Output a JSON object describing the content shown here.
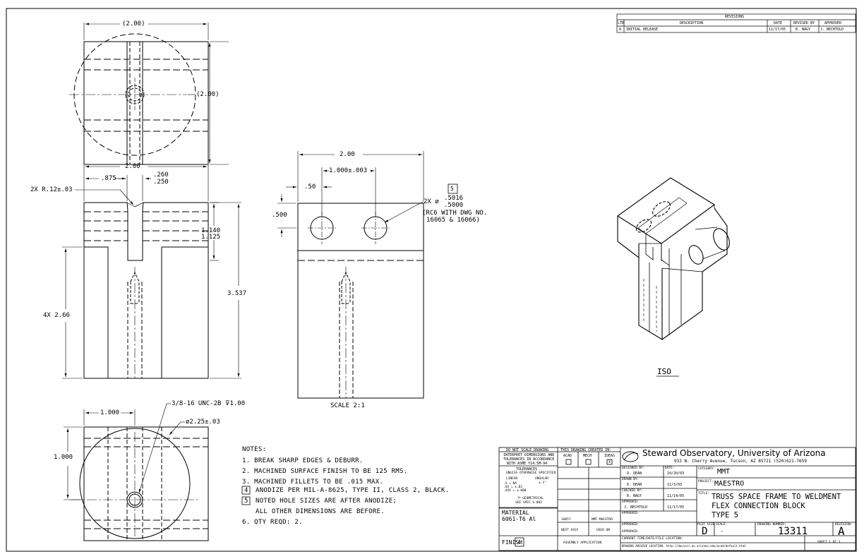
{
  "revisions": {
    "title": "REVISIONS",
    "headers": [
      "LTR",
      "DESCRIPTION",
      "DATE",
      "REVISED BY",
      "APPROVED"
    ],
    "rows": [
      [
        "A",
        "INITIAL RELEASE",
        "11/17/05",
        "R. NAGY",
        "J. BECHTOLD"
      ]
    ]
  },
  "dims": {
    "top_width": "(2.00)",
    "top_height": "(2.00)",
    "front_width": "2.00",
    "d875": ".875",
    "slot_a": ".260",
    "slot_b": ".250",
    "fillet": "2X R.12±.03",
    "d1140": "1.140",
    "d1125": "1.125",
    "d3537": "3.537",
    "d266": "4X 2.66",
    "tap": "3/8-16 UNC-2B ⊽1.00",
    "dia225": "ø2.25±.03",
    "bot_1000a": "1.000",
    "bot_1000b": "1.000",
    "side_width": "2.00",
    "side_spacing": "1.000±.003",
    "side_50": ".50",
    "side_500": ".500",
    "hole_prefix": "2X ø",
    "hole_upper": ".5016",
    "hole_lower": ".5000",
    "hole_flag": "5",
    "hole_note_1": "(RC6 WITH DWG NO.",
    "hole_note_2": "16065 & 16066)",
    "scale": "SCALE 2:1",
    "iso": "ISO"
  },
  "notes": {
    "title": "NOTES:",
    "items": [
      {
        "flag": "",
        "text": "1. BREAK SHARP EDGES & DEBURR."
      },
      {
        "flag": "",
        "text": "2. MACHINED SURFACE FINISH TO BE 125 RMS."
      },
      {
        "flag": "",
        "text": "3. MACHINED FILLETS TO BE .015 MAX."
      },
      {
        "flag": "4",
        "text": "ANODIZE PER MIL-A-8625, TYPE II, CLASS 2, BLACK."
      },
      {
        "flag": "5",
        "text": "NOTED HOLE SIZES ARE AFTER ANODIZE;"
      },
      {
        "flag": "",
        "text": "ALL OTHER DIMENSIONS ARE BEFORE."
      },
      {
        "flag": "",
        "text": "6. QTY REQD: 2."
      }
    ]
  },
  "titleblock": {
    "dnsd": "DO NOT SCALE DRAWING",
    "interpret_1": "INTERPRET DIMENSIONS AND",
    "interpret_2": "TOLERANCES IN ACCORDANCE",
    "interpret_3": "WITH ASME Y14.5M-94",
    "tol_title": "TOLERANCES",
    "tol_sub": "UNLESS OTHERWISE SPECIFIED",
    "tol_linear": "LINEAR",
    "tol_angular": "ANGULAR",
    "tol_x": ".X   = NA",
    "tol_xx": ".XX  = ±.02",
    "tol_xxx": ".XXX = ±.008",
    "tol_ang": "± 1°",
    "tol_geo": "ⓜ GEOMETRICAL",
    "tol_spec": "SEE SPEC S-002",
    "created_in": "THIS DRAWING CREATED IN:",
    "acad": "ACAD",
    "mech": "MECH",
    "ideas": "IDEAS",
    "ideas_mark": "X",
    "material_label": "MATERIAL",
    "material_value": "6061-T6 Al",
    "finish_label": "FINISH",
    "finish_flag": "4",
    "assy_no": "16057",
    "assy_used": "MMT-MAESTRO",
    "next_assy": "NEXT ASSY",
    "used_on": "USED ON",
    "assembly_app": "ASSEMBLY APPLICATION",
    "org": "Steward Observatory, University of Arizona",
    "address": "933 N. Cherry Avenue, Tucson, AZ  85721   (520)621-7659",
    "designed_by_label": "DESIGNED BY:",
    "designed_by": "D. DEAN",
    "date_label": "DATE:",
    "designed_date": "10/20/03",
    "drawn_by_label": "DRAWN BY:",
    "drawn_by": "D. DEAN",
    "drawn_date": "11/3/03",
    "checked_by_label": "CHECKED BY:",
    "checked_by": "R. NAGY",
    "checked_date": "11/14/05",
    "approved_label": "APPROVED:",
    "approved_by": "J. BECHTOLD",
    "approved_date": "11/17/05",
    "approved2_label": "APPROVED:",
    "approved3_label": "APPROVED:",
    "approved4_label": "APPROVED:",
    "category_label": "CATEGORY:",
    "category": "MMT",
    "project_label": "PROJECT:",
    "project": "MAESTRO",
    "title_label": "TITLE:",
    "title_1": "TRUSS SPACE FRAME TO WELDMENT",
    "title_2": "FLEX CONNECTION BLOCK",
    "title_3": "TYPE 5",
    "plot_size_label": "PLOT SIZE",
    "plot_size": "D",
    "scale_label": "SCALE:",
    "scale_value": "-",
    "dwg_no_label": "DRAWING NUMBER:",
    "dwg_no": "13311",
    "rev_label": "REVISION:",
    "rev": "A",
    "file_loc": "CURRENT TIME/DATE/FILE LOCATION:",
    "archive": "DRAWING ARCHIVE LOCATION: http://davinci.as.arizona.edu/acad/default.html",
    "sheet": "SHEET 1 OF 1"
  }
}
